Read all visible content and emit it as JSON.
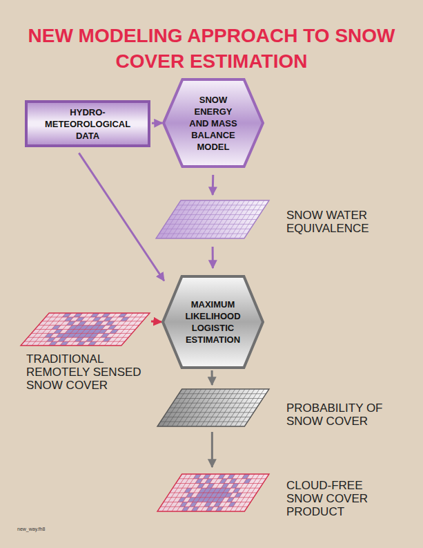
{
  "diagram": {
    "title": "NEW MODELING APPROACH TO SNOW COVER ESTIMATION",
    "nodes": [
      {
        "text": [
          "HYDRO- METEOROLOGICAL DATA"
        ]
      },
      {
        "text": [
          "SNOW ENERGY AND MASS BALANCE MODEL"
        ]
      },
      {
        "text": [
          "SNOW WATER EQUIVALENCE"
        ]
      },
      {
        "text": [
          "MAXIMUM LIKELIHOOD LOGISTIC ESTIMATION"
        ]
      },
      {
        "text": [
          "TRADITIONAL REMOTELY SENSED SNOW COVER"
        ]
      },
      {
        "text": [
          "PROBABILITY OF SNOW COVER"
        ]
      },
      {
        "text": [
          "CLOUD-FREE SNOW COVER PRODUCT"
        ]
      }
    ],
    "edges": [
      {
        "from": 0,
        "to": 1,
        "arrow": "to"
      },
      {
        "from": 1,
        "to": 2,
        "arrow": "to"
      },
      {
        "from": 0,
        "to": 3,
        "arrow": "to"
      },
      {
        "from": 2,
        "to": 3,
        "arrow": "to"
      },
      {
        "from": 4,
        "to": 3,
        "arrow": "to"
      },
      {
        "from": 3,
        "to": 5,
        "arrow": "to"
      },
      {
        "from": 5,
        "to": 6,
        "arrow": "to"
      }
    ],
    "labels": [
      "new_way.fh8"
    ]
  }
}
